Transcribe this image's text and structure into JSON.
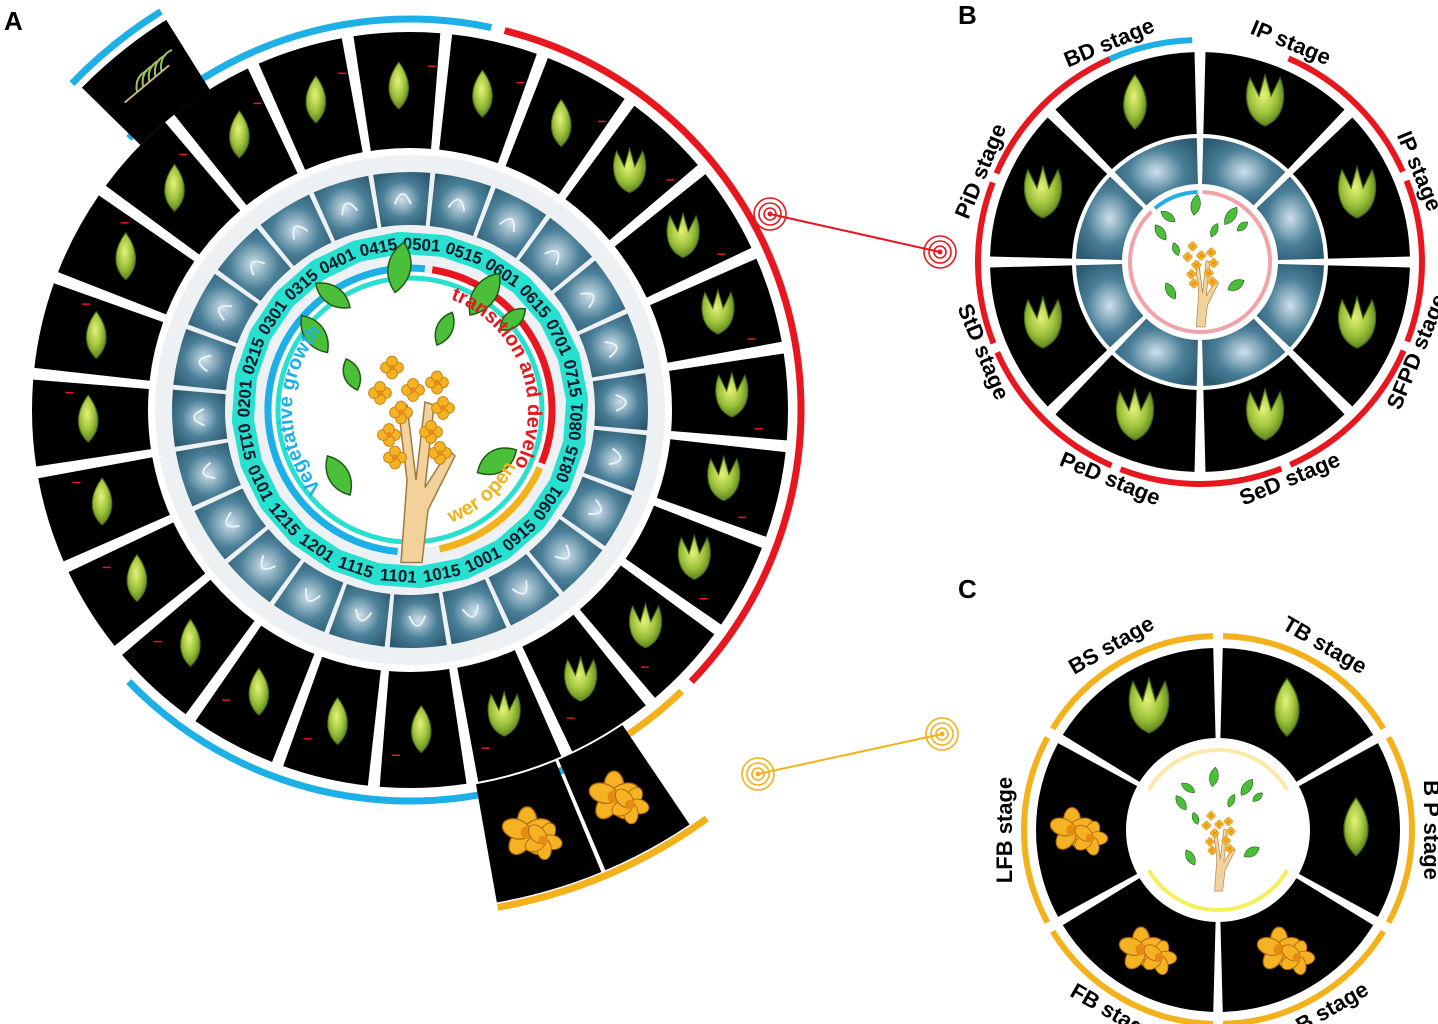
{
  "panels": {
    "a": "A",
    "b": "B",
    "c": "C"
  },
  "colors": {
    "vegetative": "#1db0e6",
    "floral": "#e8171f",
    "opening": "#f3b21b",
    "teal": "#28e0cf",
    "tissue": "#3d6f86",
    "photo_bg": "#000000",
    "leaf": "#4cbf3a",
    "flower": "#f5b323"
  },
  "panel_a": {
    "phases": {
      "vegetative": "Vegetative growth",
      "floral": "Floral transition and development",
      "opening": "Flower opening"
    },
    "dates": [
      "0501",
      "0515",
      "0601",
      "0615",
      "0701",
      "0715",
      "0801",
      "0815",
      "0901",
      "0915",
      "1001",
      "1015",
      "1101",
      "1115",
      "1201",
      "1215",
      "0101",
      "0115",
      "0201",
      "0215",
      "0301",
      "0315",
      "0401",
      "0415"
    ]
  },
  "panel_b": {
    "stages": [
      "BD stage",
      "IP stage",
      "IP stage",
      "SFPD stage",
      "SeD stage",
      "PeD stage",
      "StD stage",
      "PiD stage"
    ]
  },
  "panel_c": {
    "stages": [
      "TB  stage",
      "B P  stage",
      "P B  stage",
      "FB  stage",
      "LFB  stage",
      "BS  stage"
    ]
  }
}
